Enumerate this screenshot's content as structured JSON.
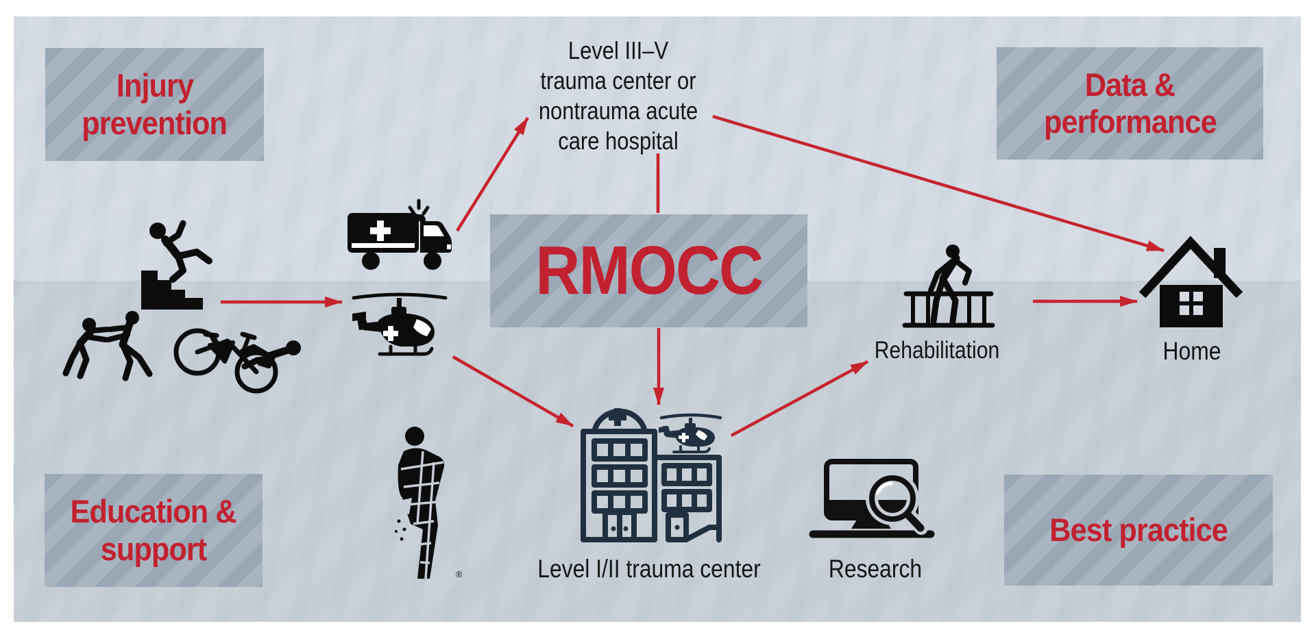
{
  "palette": {
    "page_bg": "#ffffff",
    "panel_top_bg": "#d4dae2",
    "panel_bottom_bg": "#c6cdd5",
    "tile_bg": "#a9b4c1",
    "accent_red": "#c22130",
    "arrow_red": "#c6242d",
    "icon_black": "#0c0c0c",
    "hospital_navy": "#203040"
  },
  "tiles": {
    "injury_prevention": {
      "line1": "Injury",
      "line2": "prevention"
    },
    "data_performance": {
      "line1": "Data &",
      "line2": "performance"
    },
    "education_support": {
      "line1": "Education &",
      "line2": "support"
    },
    "best_practice": {
      "line1": "Best practice"
    }
  },
  "center": {
    "title": "RMOCC"
  },
  "nodes": {
    "level35": {
      "lines": [
        "Level III–V",
        "trauma center or",
        "nontrauma acute",
        "care hospital"
      ]
    },
    "level12": {
      "label": "Level I/II trauma center"
    },
    "research": {
      "label": "Research"
    },
    "rehabilitation": {
      "label": "Rehabilitation"
    },
    "home": {
      "label": "Home"
    },
    "injured_person": {
      "registered_mark": "®"
    }
  },
  "icons": [
    "falling-down-stairs-icon",
    "fight-icon",
    "bicycle-crash-icon",
    "ambulance-icon",
    "helicopter-icon",
    "injured-person-icon",
    "hospital-icon",
    "rooftop-helicopter-icon",
    "research-computer-icon",
    "rehabilitation-icon",
    "home-icon"
  ]
}
